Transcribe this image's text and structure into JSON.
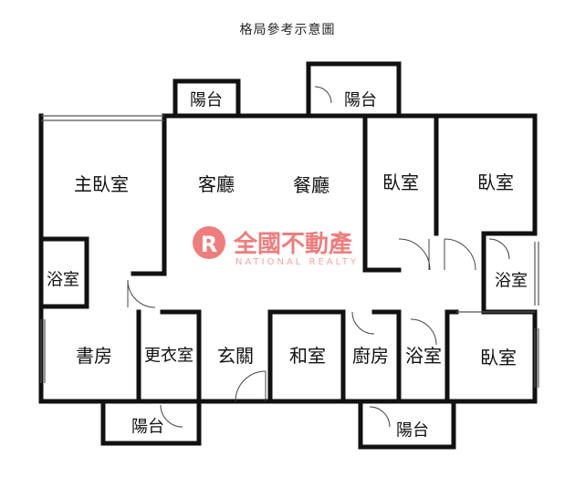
{
  "title": "格局參考示意圖",
  "rooms": {
    "master_bedroom": "主臥室",
    "living_room": "客廳",
    "dining_room": "餐廳",
    "bedroom_1": "臥室",
    "bedroom_2": "臥室",
    "bedroom_3": "臥室",
    "bathroom_1": "浴室",
    "bathroom_2": "浴室",
    "bathroom_3": "浴室",
    "study": "書房",
    "dressing_room": "更衣室",
    "entrance": "玄關",
    "japanese_room": "和室",
    "kitchen": "廚房",
    "balcony_1": "陽台",
    "balcony_2": "陽台",
    "balcony_3": "陽台",
    "balcony_4": "陽台"
  },
  "watermark": {
    "logo_letters": "R",
    "name": "全國不動產",
    "subtitle": "NATIONAL REALTY",
    "color": "#ef7d7d"
  },
  "colors": {
    "wall": "#111111",
    "thin_line": "#444444"
  }
}
